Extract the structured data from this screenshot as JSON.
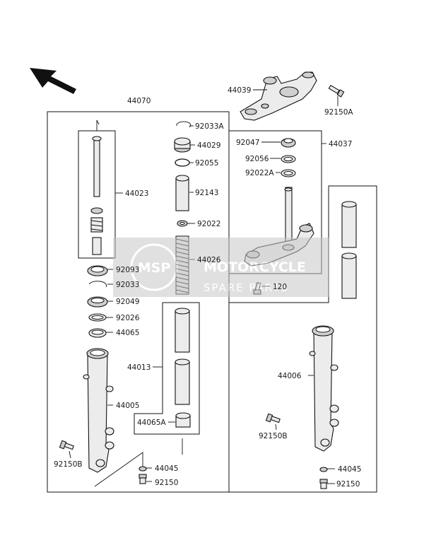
{
  "labels": {
    "p44070": "44070",
    "p44039": "44039",
    "p92150A": "92150A",
    "p92033A": "92033A",
    "p44029": "44029",
    "p92055": "92055",
    "p92143": "92143",
    "p92022": "92022",
    "p44026": "44026",
    "p44023": "44023",
    "p92047": "92047",
    "p92056": "92056",
    "p92022A": "92022A",
    "p44037": "44037",
    "p120": "120",
    "p92093": "92093",
    "p92033": "92033",
    "p92049": "92049",
    "p92026": "92026",
    "p44065": "44065",
    "p44013": "44013",
    "p44005": "44005",
    "p44065A": "44065A",
    "p92150B_left": "92150B",
    "p44045_left": "44045",
    "p92150_left": "92150",
    "p44006": "44006",
    "p92150B_right": "92150B",
    "p44045_right": "44045",
    "p92150_right": "92150"
  },
  "watermark": {
    "logo_text": "MSP",
    "line1": "MOTORCYCLE",
    "line2": "SPARE PARTS"
  },
  "colors": {
    "ink": "#111111",
    "watermark": "#c8c8c8"
  }
}
